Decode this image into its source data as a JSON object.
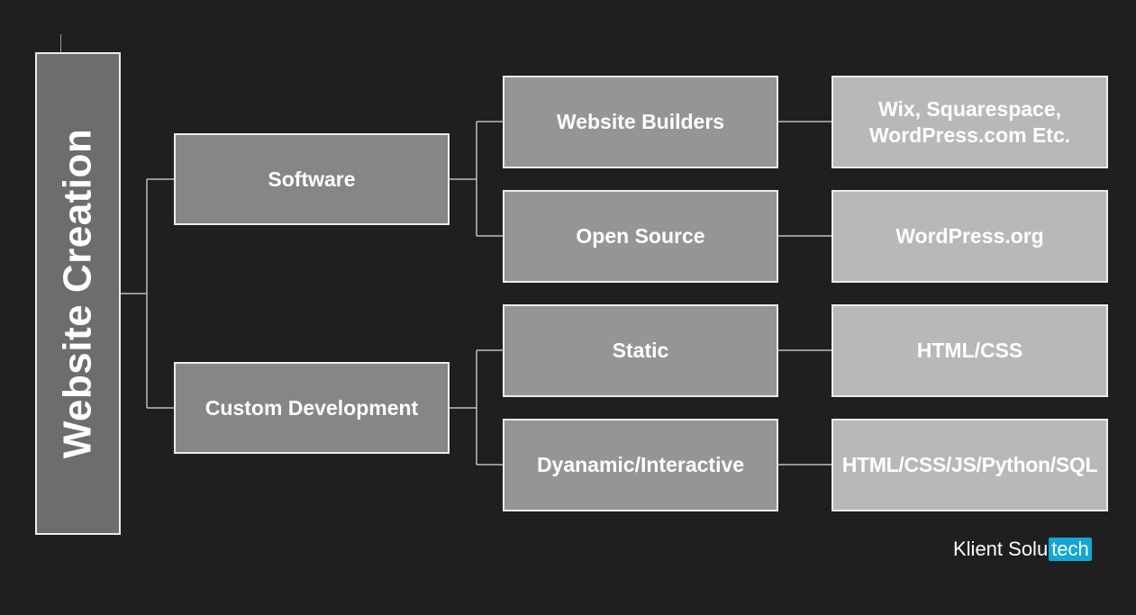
{
  "diagram": {
    "root": "Website Creation",
    "categories": [
      {
        "label": "Software",
        "children": [
          {
            "label": "Website Builders",
            "examples": "Wix, Squarespace, WordPress.com Etc."
          },
          {
            "label": "Open Source",
            "examples": "WordPress.org"
          }
        ]
      },
      {
        "label": "Custom Development",
        "children": [
          {
            "label": "Static",
            "examples": "HTML/CSS"
          },
          {
            "label": "Dyanamic/Interactive",
            "examples": "HTML/CSS/JS/Python/SQL"
          }
        ]
      }
    ]
  },
  "brand": {
    "name_part1": "Klient Solu",
    "name_part2": "tech"
  },
  "colors": {
    "background": "#1f1f1f",
    "root_fill": "#6d6d6d",
    "category_fill": "#868686",
    "subcategory_fill": "#959595",
    "example_fill": "#b8b8b8",
    "brand_accent": "#13a6d6"
  }
}
